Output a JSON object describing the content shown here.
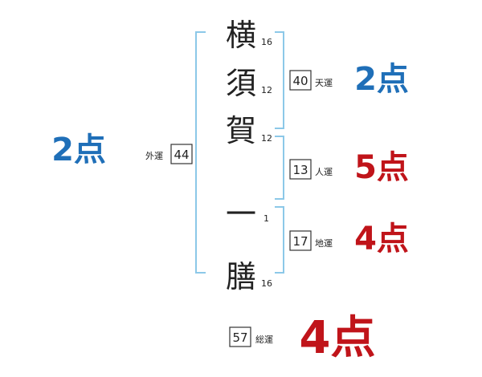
{
  "colors": {
    "bracket": "#8cc8e8",
    "good": "#1f6fb8",
    "bad": "#c0141a",
    "ink": "#222222"
  },
  "surname": [
    {
      "char": "横",
      "strokes": "16"
    },
    {
      "char": "須",
      "strokes": "12"
    },
    {
      "char": "賀",
      "strokes": "12"
    }
  ],
  "given": [
    {
      "char": "一",
      "strokes": "1"
    },
    {
      "char": "膳",
      "strokes": "16"
    }
  ],
  "gaiun": {
    "value": "44",
    "label": "外運",
    "score": "2点"
  },
  "tenun": {
    "value": "40",
    "label": "天運",
    "score": "2点"
  },
  "jinun": {
    "value": "13",
    "label": "人運",
    "score": "5点"
  },
  "chiun": {
    "value": "17",
    "label": "地運",
    "score": "4点"
  },
  "souun": {
    "value": "57",
    "label": "総運",
    "score": "4点"
  }
}
